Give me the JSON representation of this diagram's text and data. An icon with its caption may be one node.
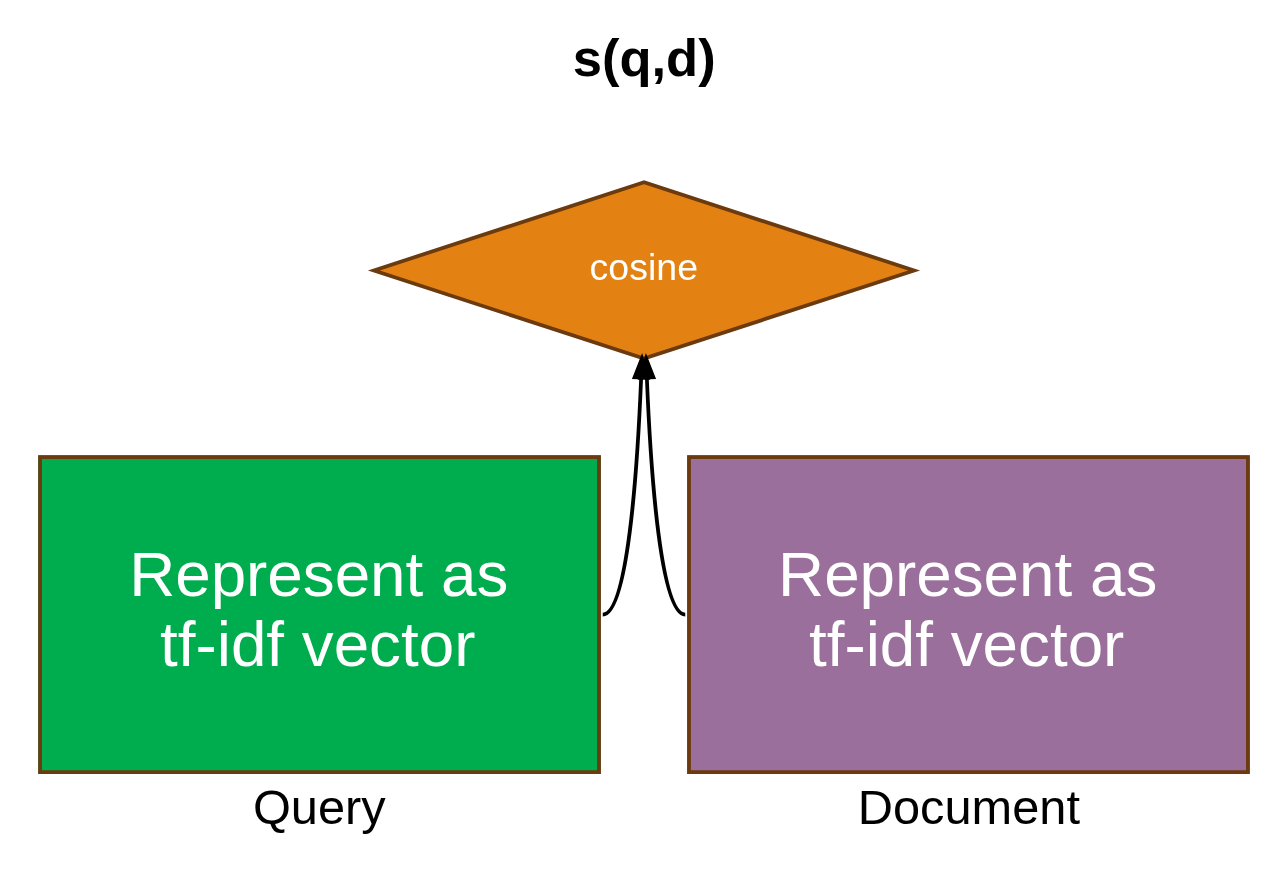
{
  "diagram": {
    "nodes": [
      {
        "text": [
          "cosine"
        ],
        "beside": [
          "s(q,d)"
        ]
      },
      {
        "text": [
          "Represent as tf-idf vector"
        ],
        "beside": [
          "Query"
        ]
      },
      {
        "text": [
          "Represent as tf-idf vector"
        ],
        "beside": [
          "Document"
        ]
      }
    ],
    "edges": [
      {
        "from": 1,
        "to": 0,
        "arrow": "to"
      },
      {
        "from": 2,
        "to": 0,
        "arrow": "to"
      }
    ]
  }
}
